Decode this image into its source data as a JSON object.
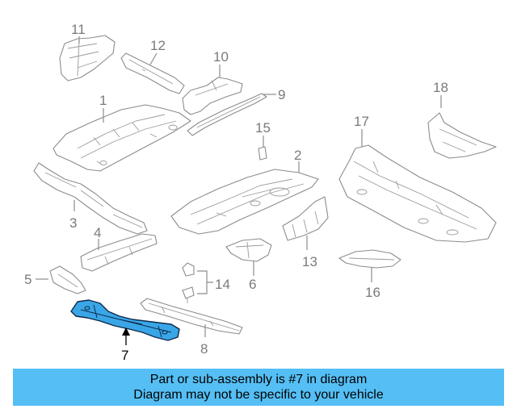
{
  "diagram": {
    "callouts": {
      "c1": "1",
      "c2": "2",
      "c3": "3",
      "c4": "4",
      "c5": "5",
      "c6": "6",
      "c7": "7",
      "c8": "8",
      "c9": "9",
      "c10": "10",
      "c11": "11",
      "c12": "12",
      "c13": "13",
      "c14": "14",
      "c15": "15",
      "c16": "16",
      "c17": "17",
      "c18": "18"
    },
    "highlighted_part": "7",
    "colors": {
      "highlight": "#3aa6e8",
      "banner": "#55bff5",
      "linework": "#8c8c8c"
    }
  },
  "banner": {
    "line1": "Part or sub-assembly is #7 in diagram",
    "line2": "Diagram may not be specific to your vehicle"
  }
}
